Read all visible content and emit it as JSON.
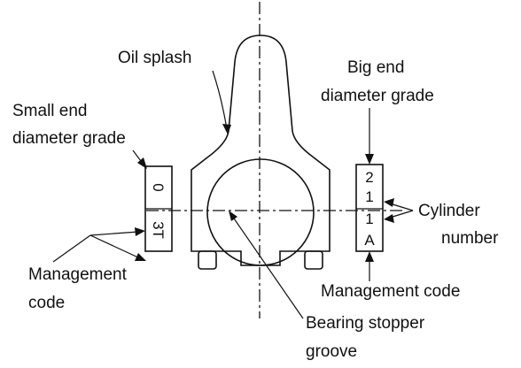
{
  "labels": {
    "oil_splash": "Oil splash",
    "big_end_line1": "Big end",
    "big_end_line2": "diameter grade",
    "small_end_line1": "Small end",
    "small_end_line2": "diameter grade",
    "cylinder_line1": "Cylinder",
    "cylinder_line2": "number",
    "management_left_line1": "Management",
    "management_left_line2": "code",
    "management_right": "Management code",
    "bearing_line1": "Bearing stopper",
    "bearing_line2": "groove"
  },
  "left_marks": {
    "small_end_grade": "0",
    "management_code": "3T"
  },
  "right_marks": {
    "big_end_grade_1": "2",
    "big_end_grade_2": "1",
    "cylinder_number": "1",
    "management_code": "A"
  }
}
